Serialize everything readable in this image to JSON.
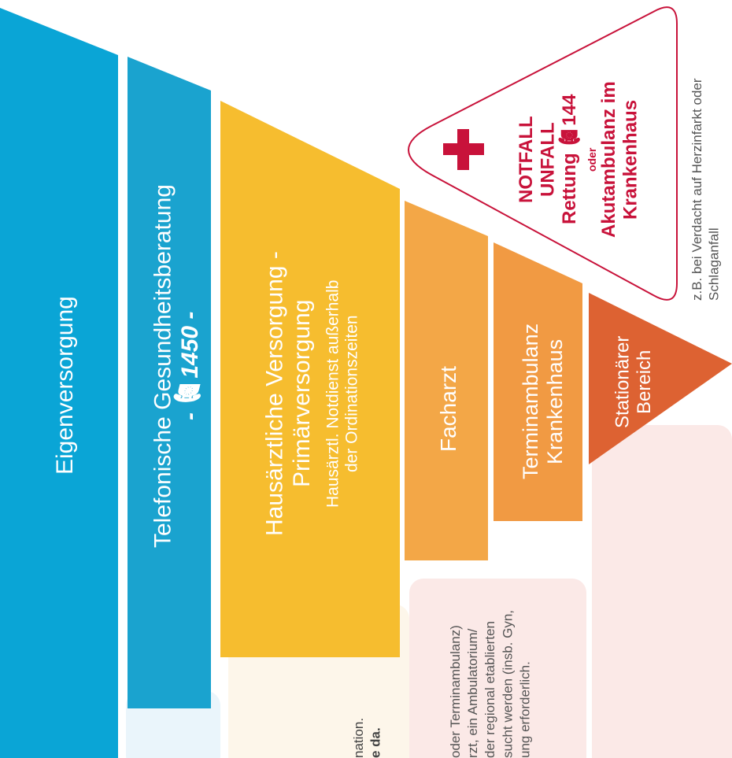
{
  "colors": {
    "blue_dark": "#0aa5d6",
    "blue_mid": "#1aa3cf",
    "yellow": "#f6bd2f",
    "orange_light": "#f3a747",
    "orange_mid": "#f19a43",
    "orange_dark": "#dd6232",
    "emergency_red": "#c8123a",
    "pink_bg": "#fbe9e7",
    "cream_bg": "#fdf6ea"
  },
  "levels": {
    "eigen": {
      "title": "Eigenversorgung"
    },
    "telefon": {
      "title": "Telefonische Gesundheitsberatung",
      "phone": "- ☎1450 -"
    },
    "hausarzt": {
      "title_line1": "Hausärztliche Versorgung -",
      "title_line2": "Primärversorgung",
      "sub_line1": "Hausärztl. Notdienst außerhalb",
      "sub_line2": "der Ordinationszeiten"
    },
    "facharzt": {
      "title": "Facharzt"
    },
    "terminambulanz": {
      "line1": "Terminambulanz",
      "line2": "Krankenhaus"
    },
    "stationaer": {
      "line1": "Stationärer",
      "line2": "Bereich"
    }
  },
  "emergency": {
    "line1": "NOTFALL",
    "line2": "UNFALL",
    "line3": "Rettung ☎144",
    "line4": "oder",
    "line5": "Akutambulanz im",
    "line6": "Krankenhaus",
    "note_line1": "z.B. bei Verdacht auf Herzinfarkt oder",
    "note_line2": "Schlaganfall",
    "icon": "red-cross-icon"
  },
  "fragments": {
    "info_line1": "nation.",
    "info_line2": "e da.",
    "facharzt_lines": [
      "oder Terminambulanz)",
      "rzt, ein Ambulatorium/",
      "der regional etablierten",
      "sucht werden (insb. Gyn,",
      "ung erforderlich."
    ]
  }
}
